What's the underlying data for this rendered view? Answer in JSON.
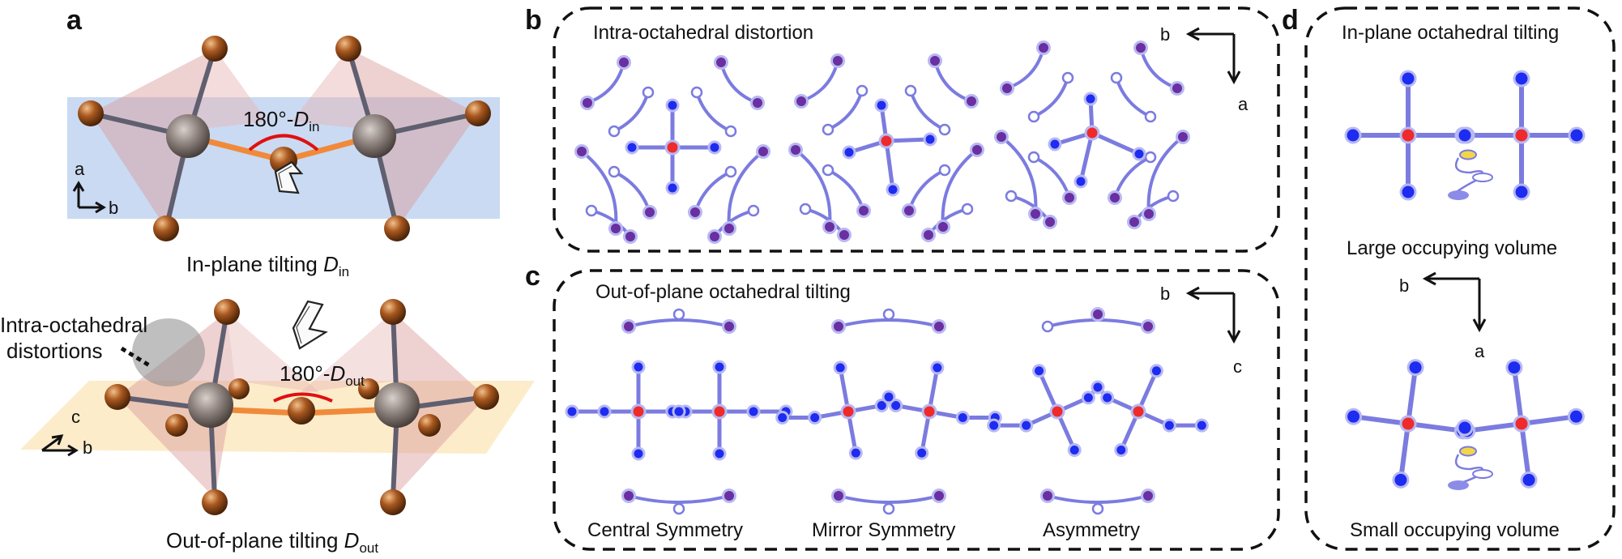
{
  "panels": {
    "a": {
      "letter": "a",
      "angle_in": {
        "prefix": "180°-",
        "var": "D",
        "sub": "in"
      },
      "axes_top": {
        "up": "a",
        "right": "b"
      },
      "caption_in": {
        "text": "In-plane tilting ",
        "var": "D",
        "sub": "in"
      },
      "distortion_label": [
        "Intra-octahedral",
        "distortions"
      ],
      "angle_out": {
        "prefix": "180°-",
        "var": "D",
        "sub": "out"
      },
      "axes_bottom": {
        "up": "c",
        "right": "b"
      },
      "caption_out": {
        "text": "Out-of-plane tilting ",
        "var": "D",
        "sub": "out"
      }
    },
    "b": {
      "letter": "b",
      "title": "Intra-octahedral distortion",
      "axes": {
        "h": "b",
        "v": "a"
      }
    },
    "c": {
      "letter": "c",
      "title": "Out-of-plane octahedral tilting",
      "axes": {
        "h": "b",
        "v": "c"
      },
      "captions": [
        "Central Symmetry",
        "Mirror Symmetry",
        "Asymmetry"
      ]
    },
    "d": {
      "letter": "d",
      "title": "In-plane octahedral tilting",
      "caption_large": "Large occupying volume",
      "caption_small": "Small occupying volume",
      "axes": {
        "h": "b",
        "v": "a"
      }
    }
  },
  "colors": {
    "bond": "#7b7be0",
    "atom_blue": "#1d2cf0",
    "atom_purple": "#6a2fa0",
    "atom_red": "#ef2a2a",
    "copper": "#8a4a1c",
    "octa_face": "#d99a9a",
    "plane_top": "#b8cdee",
    "plane_bottom": "#fbe6b8",
    "tilt_arc": "#e01010",
    "tilt_bond": "#f08a3a"
  }
}
